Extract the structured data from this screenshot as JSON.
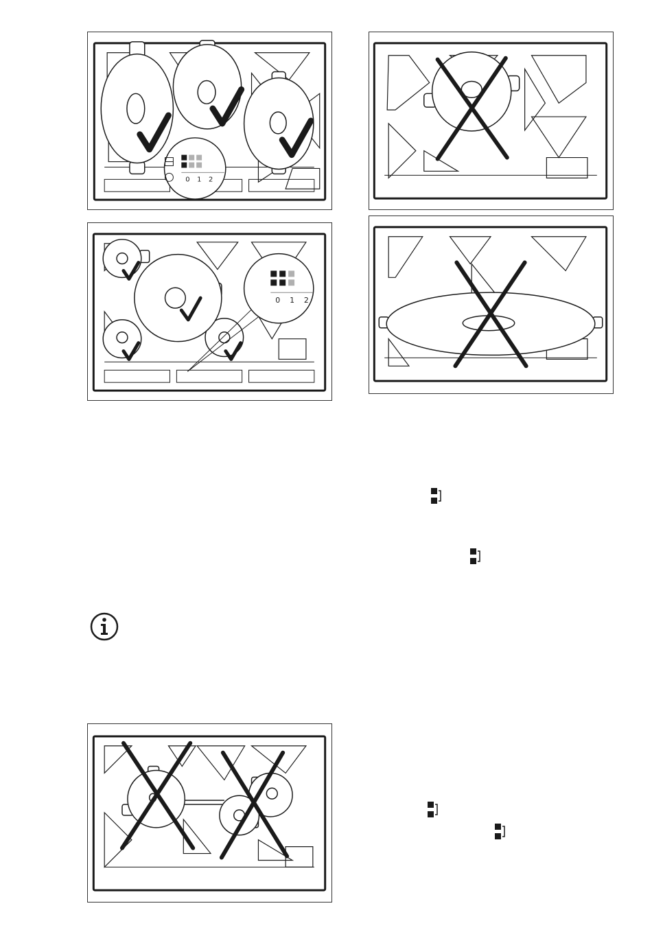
{
  "selector": {
    "digits": [
      "0",
      "1",
      "2"
    ]
  },
  "icons": {
    "zone_icon": "bridge-zone-icon",
    "info_icon": "information-icon",
    "check_mark": "check-mark-icon",
    "cross_mark": "cross-mark-icon"
  },
  "colors": {
    "ink": "#1a1a1a",
    "grey_square": "#b0b0b0"
  }
}
